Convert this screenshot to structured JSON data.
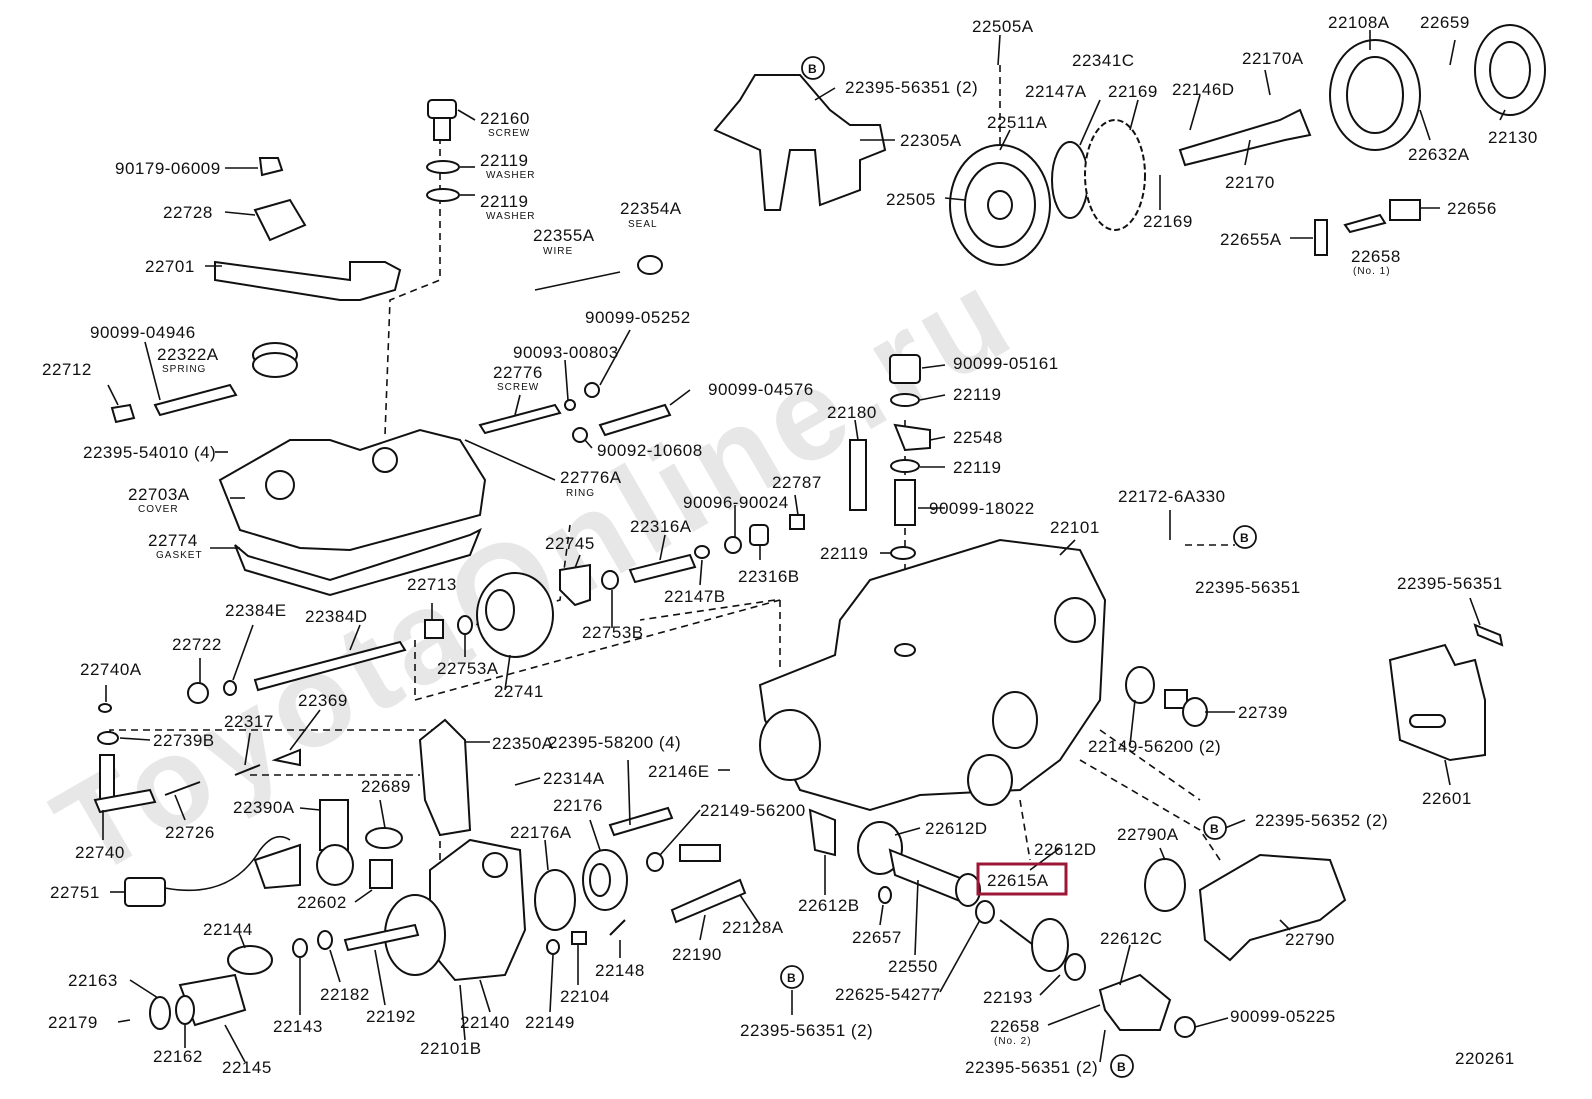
{
  "watermark": "ToyotaOnline.ru",
  "ref_number": "220261",
  "highlight_label": "22615A",
  "labels": {
    "p22505A": "22505A",
    "p22395_56351_2_top": "22395-56351 (2)",
    "p22305A": "22305A",
    "p22511A": "22511A",
    "p22341C": "22341C",
    "p22147A": "22147A",
    "p22169a": "22169",
    "p22146D": "22146D",
    "p22170A": "22170A",
    "p22108A": "22108A",
    "p22659": "22659",
    "p22130": "22130",
    "p22632A": "22632A",
    "p22170": "22170",
    "p22505": "22505",
    "p22169b": "22169",
    "p22656": "22656",
    "p22655A": "22655A",
    "p22658a": "22658",
    "p22160": "22160",
    "p22119a": "22119",
    "p22119b": "22119",
    "p90179_06009": "90179-06009",
    "p22728": "22728",
    "p22354A": "22354A",
    "p22355A": "22355A",
    "p22701": "22701",
    "p90099_04946": "90099-04946",
    "p22322A": "22322A",
    "p22712": "22712",
    "p90099_05252": "90099-05252",
    "p90093_00803": "90093-00803",
    "p22776": "22776",
    "p90099_04576": "90099-04576",
    "p22395_54010": "22395-54010 (4)",
    "p90092_10608": "90092-10608",
    "p22776A": "22776A",
    "p22703A": "22703A",
    "p22774": "22774",
    "p90099_05161": "90099-05161",
    "p22119c": "22119",
    "p22180": "22180",
    "p22548": "22548",
    "p22119d": "22119",
    "p22787": "22787",
    "p90096_90024": "90096-90024",
    "p90099_18022": "90099-18022",
    "p22745": "22745",
    "p22316A": "22316A",
    "p22119e": "22119",
    "p22101": "22101",
    "p22172_6A330": "22172-6A330",
    "p22316B": "22316B",
    "p22147B": "22147B",
    "p22395_56351_r": "22395-56351",
    "p22753B": "22753B",
    "p22713": "22713",
    "p22384E": "22384E",
    "p22384D": "22384D",
    "p22722": "22722",
    "p22753A": "22753A",
    "p22741": "22741",
    "p22395_56351_far": "22395-56351",
    "p22740A": "22740A",
    "p22369": "22369",
    "p22317": "22317",
    "p22739B": "22739B",
    "p22350A": "22350A",
    "p22395_58200": "22395-58200 (4)",
    "p22739": "22739",
    "p22149_56200_2": "22149-56200 (2)",
    "p22146E": "22146E",
    "p22314A": "22314A",
    "p22689": "22689",
    "p22390A": "22390A",
    "p22176": "22176",
    "p22149_56200": "22149-56200",
    "p22601": "22601",
    "p22726": "22726",
    "p22612D_a": "22612D",
    "p22176A": "22176A",
    "p22395_56352": "22395-56352 (2)",
    "p22740": "22740",
    "p22612D_b": "22612D",
    "p22790A": "22790A",
    "p22751": "22751",
    "p22612B": "22612B",
    "p22602": "22602",
    "p22128A": "22128A",
    "p22144": "22144",
    "p22657": "22657",
    "p22612C": "22612C",
    "p22790": "22790",
    "p22190": "22190",
    "p22148": "22148",
    "p22550": "22550",
    "p22163": "22163",
    "p22182": "22182",
    "p22625_54277": "22625-54277",
    "p22193": "22193",
    "p22104": "22104",
    "p22192": "22192",
    "p22179": "22179",
    "p22143": "22143",
    "p22140": "22140",
    "p22149": "22149",
    "p22395_56351_bot": "22395-56351 (2)",
    "p22658b": "22658",
    "p90099_05225": "90099-05225",
    "p22162": "22162",
    "p22145": "22145",
    "p22101B": "22101B",
    "p22395_56351_bot2": "22395-56351 (2)"
  },
  "sublabels": {
    "screw1": "SCREW",
    "washer1": "WASHER",
    "washer2": "WASHER",
    "seal": "SEAL",
    "wire": "WIRE",
    "spring": "SPRING",
    "screw2": "SCREW",
    "ring": "RING",
    "cover": "COVER",
    "gasket": "GASKET",
    "no1": "(No. 1)",
    "no2": "(No. 2)"
  },
  "badge_letter": "B"
}
